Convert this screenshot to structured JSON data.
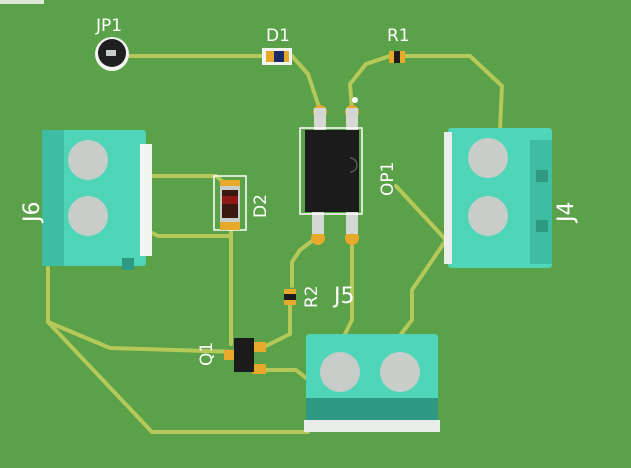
{
  "board": {
    "colors": {
      "board": "#5aa14a",
      "trace": "#b5c95a",
      "terminal_body": "#4fd5b8",
      "terminal_dark": "#2e9a84",
      "screw": "#c9cdca",
      "chip": "#1b1b1b",
      "pad": "#e8a82a",
      "silkscreen": "#ffffff",
      "diode_band": "#8b1a12"
    },
    "labels": {
      "jp1": "JP1",
      "d1": "D1",
      "r1": "R1",
      "j6": "J6",
      "d2": "D2",
      "op1": "OP1",
      "j4": "J4",
      "r2": "R2",
      "j5": "J5",
      "q1": "Q1"
    }
  }
}
